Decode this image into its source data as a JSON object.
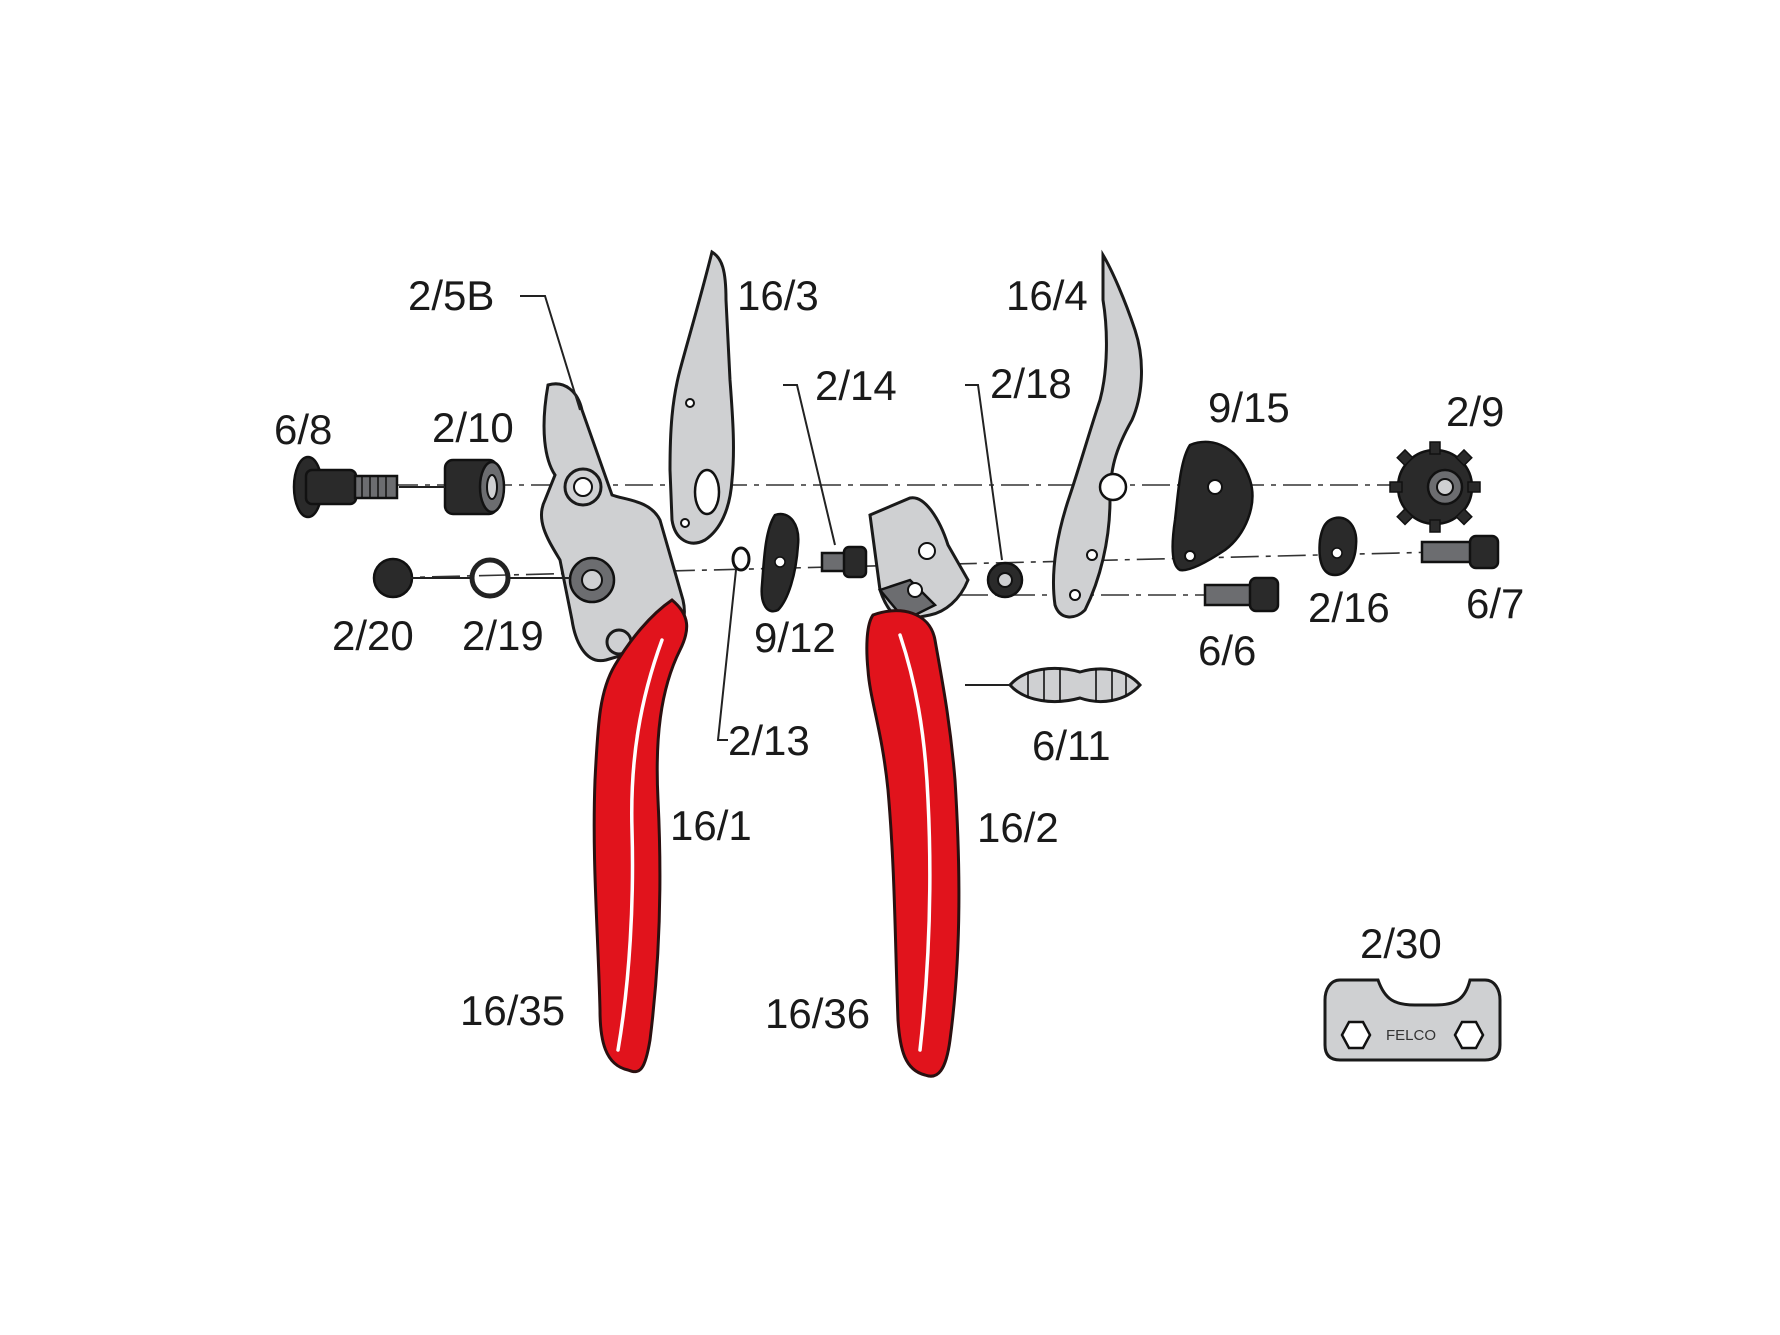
{
  "diagram": {
    "colors": {
      "handle_red": "#e1131c",
      "steel": "#cfd0d2",
      "dark": "#2a2a2a",
      "line": "#1a1a1a"
    },
    "parts": [
      {
        "id": "p-2-5b",
        "label": "2/5B"
      },
      {
        "id": "p-16-3",
        "label": "16/3"
      },
      {
        "id": "p-16-4",
        "label": "16/4"
      },
      {
        "id": "p-2-14",
        "label": "2/14"
      },
      {
        "id": "p-2-18",
        "label": "2/18"
      },
      {
        "id": "p-9-15",
        "label": "9/15"
      },
      {
        "id": "p-2-9",
        "label": "2/9"
      },
      {
        "id": "p-6-8",
        "label": "6/8"
      },
      {
        "id": "p-2-10",
        "label": "2/10"
      },
      {
        "id": "p-2-20",
        "label": "2/20"
      },
      {
        "id": "p-2-19",
        "label": "2/19"
      },
      {
        "id": "p-9-12",
        "label": "9/12"
      },
      {
        "id": "p-2-16",
        "label": "2/16"
      },
      {
        "id": "p-6-7",
        "label": "6/7"
      },
      {
        "id": "p-6-6",
        "label": "6/6"
      },
      {
        "id": "p-2-13",
        "label": "2/13"
      },
      {
        "id": "p-6-11",
        "label": "6/11"
      },
      {
        "id": "p-16-1",
        "label": "16/1"
      },
      {
        "id": "p-16-2",
        "label": "16/2"
      },
      {
        "id": "p-2-30",
        "label": "2/30"
      },
      {
        "id": "p-16-35",
        "label": "16/35"
      },
      {
        "id": "p-16-36",
        "label": "16/36"
      }
    ],
    "logo_text": "FELCO"
  }
}
